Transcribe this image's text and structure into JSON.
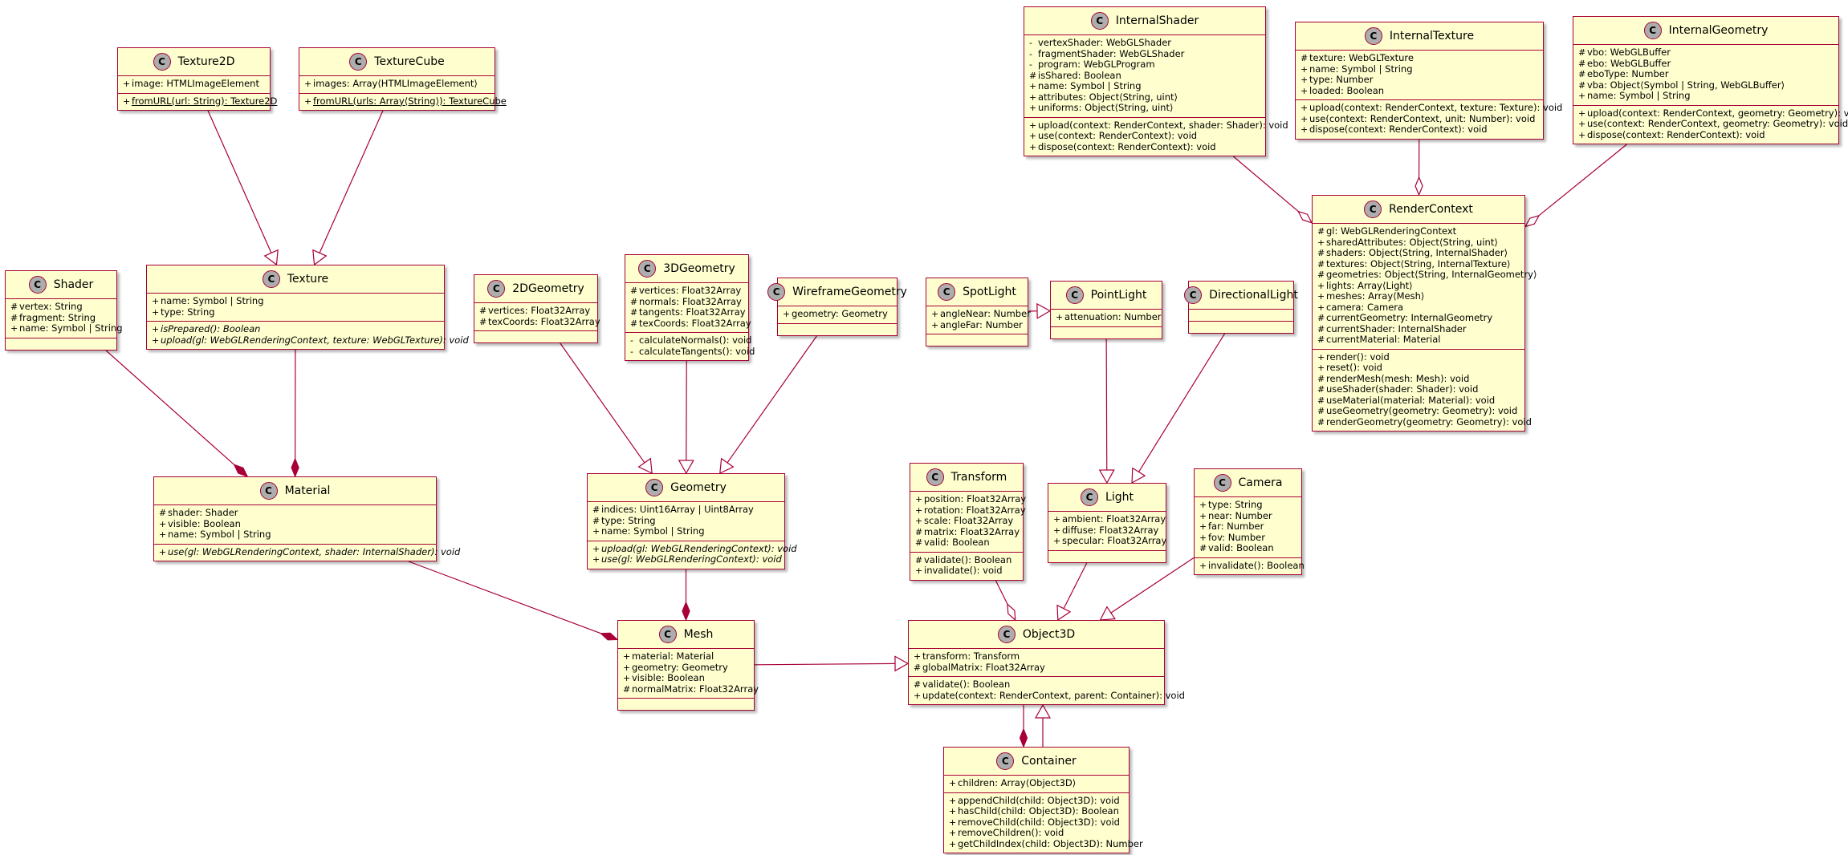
{
  "colors": {
    "class_fill": "#fefece",
    "class_border": "#a80036",
    "edge": "#a80036",
    "class_icon_fill": "#adadad"
  },
  "classes": [
    {
      "id": "InternalShader",
      "name": "InternalShader",
      "icon": "C",
      "attributes": [
        {
          "vis": "-",
          "text": "vertexShader: WebGLShader"
        },
        {
          "vis": "-",
          "text": "fragmentShader: WebGLShader"
        },
        {
          "vis": "-",
          "text": "program: WebGLProgram"
        },
        {
          "vis": "#",
          "text": "isShared: Boolean"
        },
        {
          "vis": "+",
          "text": "name: Symbol | String"
        },
        {
          "vis": "+",
          "text": "attributes: Object⟨String, uint⟩"
        },
        {
          "vis": "+",
          "text": "uniforms: Object⟨String, uint⟩"
        }
      ],
      "operations": [
        {
          "vis": "+",
          "text": "upload(context: RenderContext, shader: Shader): void"
        },
        {
          "vis": "+",
          "text": "use(context: RenderContext): void"
        },
        {
          "vis": "+",
          "text": "dispose(context: RenderContext): void"
        }
      ]
    },
    {
      "id": "InternalTexture",
      "name": "InternalTexture",
      "icon": "C",
      "attributes": [
        {
          "vis": "#",
          "text": "texture: WebGLTexture"
        },
        {
          "vis": "+",
          "text": "name: Symbol | String"
        },
        {
          "vis": "+",
          "text": "type: Number"
        },
        {
          "vis": "+",
          "text": "loaded: Boolean"
        }
      ],
      "operations": [
        {
          "vis": "+",
          "text": "upload(context: RenderContext, texture: Texture): void"
        },
        {
          "vis": "+",
          "text": "use(context: RenderContext, unit: Number): void"
        },
        {
          "vis": "+",
          "text": "dispose(context: RenderContext): void"
        }
      ]
    },
    {
      "id": "InternalGeometry",
      "name": "InternalGeometry",
      "icon": "C",
      "attributes": [
        {
          "vis": "#",
          "text": "vbo: WebGLBuffer"
        },
        {
          "vis": "#",
          "text": "ebo: WebGLBuffer"
        },
        {
          "vis": "#",
          "text": "eboType: Number"
        },
        {
          "vis": "#",
          "text": "vba: Object⟨Symbol | String, WebGLBuffer⟩"
        },
        {
          "vis": "+",
          "text": "name: Symbol | String"
        }
      ],
      "operations": [
        {
          "vis": "+",
          "text": "upload(context: RenderContext, geometry: Geometry): void"
        },
        {
          "vis": "+",
          "text": "use(context: RenderContext, geometry: Geometry): void"
        },
        {
          "vis": "+",
          "text": "dispose(context: RenderContext): void"
        }
      ]
    },
    {
      "id": "Texture2D",
      "name": "Texture2D",
      "icon": "C",
      "attributes": [
        {
          "vis": "+",
          "text": "image: HTMLImageElement"
        }
      ],
      "operations": [
        {
          "vis": "+",
          "text": "fromURL(url: String): Texture2D",
          "static": true
        }
      ]
    },
    {
      "id": "TextureCube",
      "name": "TextureCube",
      "icon": "C",
      "attributes": [
        {
          "vis": "+",
          "text": "images: Array⟨HTMLImageElement⟩"
        }
      ],
      "operations": [
        {
          "vis": "+",
          "text": "fromURL(urls: Array⟨String⟩): TextureCube",
          "static": true
        }
      ]
    },
    {
      "id": "RenderContext",
      "name": "RenderContext",
      "icon": "C",
      "attributes": [
        {
          "vis": "#",
          "text": "gl: WebGLRenderingContext"
        },
        {
          "vis": "+",
          "text": "sharedAttributes: Object⟨String, uint⟩"
        },
        {
          "vis": "#",
          "text": "shaders: Object⟨String, InternalShader⟩"
        },
        {
          "vis": "#",
          "text": "textures: Object⟨String, InternalTexture⟩"
        },
        {
          "vis": "#",
          "text": "geometries: Object⟨String, InternalGeometry⟩"
        },
        {
          "vis": "+",
          "text": "lights: Array⟨Light⟩"
        },
        {
          "vis": "+",
          "text": "meshes: Array⟨Mesh⟩"
        },
        {
          "vis": "+",
          "text": "camera: Camera"
        },
        {
          "vis": "#",
          "text": "currentGeometry: InternalGeometry"
        },
        {
          "vis": "#",
          "text": "currentShader: InternalShader"
        },
        {
          "vis": "#",
          "text": "currentMaterial: Material"
        }
      ],
      "operations": [
        {
          "vis": "+",
          "text": "render(): void"
        },
        {
          "vis": "+",
          "text": "reset(): void"
        },
        {
          "vis": "#",
          "text": "renderMesh(mesh: Mesh): void"
        },
        {
          "vis": "#",
          "text": "useShader(shader: Shader): void"
        },
        {
          "vis": "#",
          "text": "useMaterial(material: Material): void"
        },
        {
          "vis": "#",
          "text": "useGeometry(geometry: Geometry): void"
        },
        {
          "vis": "#",
          "text": "renderGeometry(geometry: Geometry): void"
        }
      ]
    },
    {
      "id": "Shader",
      "name": "Shader",
      "icon": "C",
      "attributes": [
        {
          "vis": "#",
          "text": "vertex: String"
        },
        {
          "vis": "#",
          "text": "fragment: String"
        },
        {
          "vis": "+",
          "text": "name: Symbol | String"
        }
      ],
      "operations": []
    },
    {
      "id": "Texture",
      "name": "Texture",
      "icon": "C",
      "attributes": [
        {
          "vis": "+",
          "text": "name: Symbol | String"
        },
        {
          "vis": "+",
          "text": "type: String"
        }
      ],
      "operations": [
        {
          "vis": "+",
          "text": "isPrepared(): Boolean",
          "abstract": true
        },
        {
          "vis": "+",
          "text": "upload(gl: WebGLRenderingContext, texture: WebGLTexture): void",
          "abstract": true
        }
      ]
    },
    {
      "id": "Geometry2D",
      "name": "2DGeometry",
      "icon": "C",
      "attributes": [
        {
          "vis": "#",
          "text": "vertices: Float32Array"
        },
        {
          "vis": "#",
          "text": "texCoords: Float32Array"
        }
      ],
      "operations": []
    },
    {
      "id": "Geometry3D",
      "name": "3DGeometry",
      "icon": "C",
      "attributes": [
        {
          "vis": "#",
          "text": "vertices: Float32Array"
        },
        {
          "vis": "#",
          "text": "normals: Float32Array"
        },
        {
          "vis": "#",
          "text": "tangents: Float32Array"
        },
        {
          "vis": "#",
          "text": "texCoords: Float32Array"
        }
      ],
      "operations": [
        {
          "vis": "-",
          "text": "calculateNormals(): void"
        },
        {
          "vis": "-",
          "text": "calculateTangents(): void"
        }
      ]
    },
    {
      "id": "WireframeGeometry",
      "name": "WireframeGeometry",
      "icon": "C",
      "attributes": [
        {
          "vis": "+",
          "text": "geometry: Geometry"
        }
      ],
      "operations": []
    },
    {
      "id": "SpotLight",
      "name": "SpotLight",
      "icon": "C",
      "attributes": [
        {
          "vis": "+",
          "text": "angleNear: Number"
        },
        {
          "vis": "+",
          "text": "angleFar: Number"
        }
      ],
      "operations": []
    },
    {
      "id": "PointLight",
      "name": "PointLight",
      "icon": "C",
      "attributes": [
        {
          "vis": "+",
          "text": "attenuation: Number"
        }
      ],
      "operations": []
    },
    {
      "id": "DirectionalLight",
      "name": "DirectionalLight",
      "icon": "C",
      "attributes": [],
      "operations": []
    },
    {
      "id": "Material",
      "name": "Material",
      "icon": "C",
      "attributes": [
        {
          "vis": "#",
          "text": "shader: Shader"
        },
        {
          "vis": "+",
          "text": "visible: Boolean"
        },
        {
          "vis": "+",
          "text": "name: Symbol | String"
        }
      ],
      "operations": [
        {
          "vis": "+",
          "text": "use(gl: WebGLRenderingContext, shader: InternalShader): void",
          "abstract": true
        }
      ]
    },
    {
      "id": "Geometry",
      "name": "Geometry",
      "icon": "C",
      "attributes": [
        {
          "vis": "#",
          "text": "indices: Uint16Array | Uint8Array"
        },
        {
          "vis": "#",
          "text": "type: String"
        },
        {
          "vis": "+",
          "text": "name: Symbol | String"
        }
      ],
      "operations": [
        {
          "vis": "+",
          "text": "upload(gl: WebGLRenderingContext): void",
          "abstract": true
        },
        {
          "vis": "+",
          "text": "use(gl: WebGLRenderingContext): void",
          "abstract": true
        }
      ]
    },
    {
      "id": "Transform",
      "name": "Transform",
      "icon": "C",
      "attributes": [
        {
          "vis": "+",
          "text": "position: Float32Array"
        },
        {
          "vis": "+",
          "text": "rotation: Float32Array"
        },
        {
          "vis": "+",
          "text": "scale: Float32Array"
        },
        {
          "vis": "#",
          "text": "matrix: Float32Array"
        },
        {
          "vis": "#",
          "text": "valid: Boolean"
        }
      ],
      "operations": [
        {
          "vis": "#",
          "text": "validate(): Boolean"
        },
        {
          "vis": "+",
          "text": "invalidate(): void"
        }
      ]
    },
    {
      "id": "Light",
      "name": "Light",
      "icon": "C",
      "attributes": [
        {
          "vis": "+",
          "text": "ambient: Float32Array"
        },
        {
          "vis": "+",
          "text": "diffuse: Float32Array"
        },
        {
          "vis": "+",
          "text": "specular: Float32Array"
        }
      ],
      "operations": []
    },
    {
      "id": "Camera",
      "name": "Camera",
      "icon": "C",
      "attributes": [
        {
          "vis": "+",
          "text": "type: String"
        },
        {
          "vis": "+",
          "text": "near: Number"
        },
        {
          "vis": "+",
          "text": "far: Number"
        },
        {
          "vis": "+",
          "text": "fov: Number"
        },
        {
          "vis": "#",
          "text": "valid: Boolean"
        }
      ],
      "operations": [
        {
          "vis": "+",
          "text": "invalidate(): Boolean"
        }
      ]
    },
    {
      "id": "Mesh",
      "name": "Mesh",
      "icon": "C",
      "attributes": [
        {
          "vis": "+",
          "text": "material: Material"
        },
        {
          "vis": "+",
          "text": "geometry: Geometry"
        },
        {
          "vis": "+",
          "text": "visible: Boolean"
        },
        {
          "vis": "#",
          "text": "normalMatrix: Float32Array"
        }
      ],
      "operations": []
    },
    {
      "id": "Object3D",
      "name": "Object3D",
      "icon": "C",
      "attributes": [
        {
          "vis": "+",
          "text": "transform: Transform"
        },
        {
          "vis": "#",
          "text": "globalMatrix: Float32Array"
        }
      ],
      "operations": [
        {
          "vis": "#",
          "text": "validate(): Boolean"
        },
        {
          "vis": "+",
          "text": "update(context: RenderContext, parent: Container): void"
        }
      ]
    },
    {
      "id": "Container",
      "name": "Container",
      "icon": "C",
      "attributes": [
        {
          "vis": "+",
          "text": "children: Array⟨Object3D⟩"
        }
      ],
      "operations": [
        {
          "vis": "+",
          "text": "appendChild(child: Object3D): void"
        },
        {
          "vis": "+",
          "text": "hasChild(child: Object3D): Boolean"
        },
        {
          "vis": "+",
          "text": "removeChild(child: Object3D): void"
        },
        {
          "vis": "+",
          "text": "removeChildren(): void"
        },
        {
          "vis": "+",
          "text": "getChildIndex(child: Object3D): Number"
        }
      ]
    }
  ],
  "relations": [
    {
      "from": "Texture2D",
      "to": "Texture",
      "type": "inheritance"
    },
    {
      "from": "TextureCube",
      "to": "Texture",
      "type": "inheritance"
    },
    {
      "from": "Geometry2D",
      "to": "Geometry",
      "type": "inheritance"
    },
    {
      "from": "Geometry3D",
      "to": "Geometry",
      "type": "inheritance"
    },
    {
      "from": "WireframeGeometry",
      "to": "Geometry",
      "type": "inheritance"
    },
    {
      "from": "SpotLight",
      "to": "PointLight",
      "type": "inheritance"
    },
    {
      "from": "PointLight",
      "to": "Light",
      "type": "inheritance"
    },
    {
      "from": "DirectionalLight",
      "to": "Light",
      "type": "inheritance"
    },
    {
      "from": "Light",
      "to": "Object3D",
      "type": "inheritance"
    },
    {
      "from": "Camera",
      "to": "Object3D",
      "type": "inheritance"
    },
    {
      "from": "Mesh",
      "to": "Object3D",
      "type": "inheritance"
    },
    {
      "from": "Container",
      "to": "Object3D",
      "type": "inheritance"
    },
    {
      "from": "Shader",
      "to": "Material",
      "type": "composition"
    },
    {
      "from": "Texture",
      "to": "Material",
      "type": "composition"
    },
    {
      "from": "Material",
      "to": "Mesh",
      "type": "composition"
    },
    {
      "from": "Geometry",
      "to": "Mesh",
      "type": "composition"
    },
    {
      "from": "Object3D",
      "to": "Container",
      "type": "composition"
    },
    {
      "from": "Transform",
      "to": "Object3D",
      "type": "aggregation"
    },
    {
      "from": "InternalShader",
      "to": "RenderContext",
      "type": "aggregation"
    },
    {
      "from": "InternalTexture",
      "to": "RenderContext",
      "type": "aggregation"
    },
    {
      "from": "InternalGeometry",
      "to": "RenderContext",
      "type": "aggregation"
    }
  ]
}
